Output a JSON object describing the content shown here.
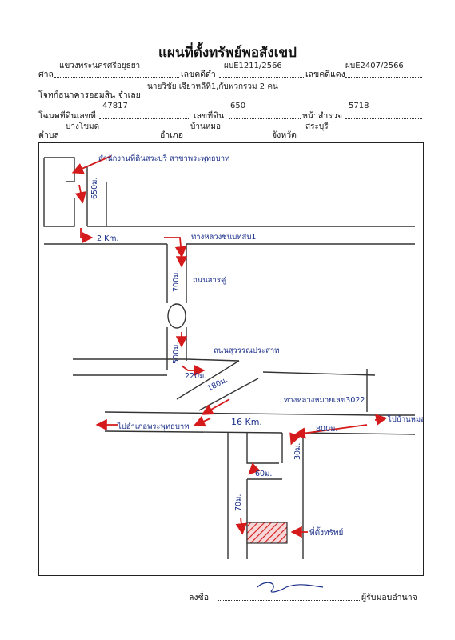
{
  "title": "แผนที่ตั้งทรัพย์พอสังเขป",
  "form": {
    "court_label": "ศาล",
    "court_value": "แขวงพระนครศรีอยุธยา",
    "black_case_label": "เลขคดีดำ",
    "black_case_value": "ผบE1211/2566",
    "red_case_label": "เลขคดีแดง",
    "red_case_value": "ผบE2407/2566",
    "plaintiff_label": "โจทก์ธนาคารออมสิน จำเลย",
    "defendant_value": "นายวิชัย เจียวหลีที่1,กับพวกรวม 2 คน",
    "deed_label": "โฉนดที่ดินเลขที่",
    "deed_value": "47817",
    "land_no_label": "เลขที่ดิน",
    "land_no_value": "650",
    "survey_label": "หน้าสำรวจ",
    "survey_value": "5718",
    "subdistrict_label": "ตำบล",
    "subdistrict_value": "บางโขมด",
    "district_label": "อำเภอ",
    "district_value": "บ้านหมอ",
    "province_label": "จังหวัด",
    "province_value": "สระบุรี"
  },
  "map": {
    "labels": {
      "top_note": "สำนักงานที่ดินสระบุรี สาขาพระพุทธบาท",
      "d650": "650ม.",
      "d2km": "2 Km.",
      "road1": "ทางหลวงชนบทสบ1",
      "d700": "700ม.",
      "road2": "ถนนสารคู่",
      "d500": "500ม.",
      "road3": "ถนนสุวรรณประสาท",
      "d220": "220ม.",
      "d180": "180ม.",
      "road4": "ทางหลวงหมายเลข3022",
      "left_dest": "ไปอำเภอพระพุทธบาท",
      "d16km": "16 Km.",
      "right_dest": "ไปบ้านหมอ",
      "d800": "800ม.",
      "d30": "30ม.",
      "d60": "60ม.",
      "d70": "70ม.",
      "property": "ที่ตั้งทรัพย์"
    },
    "colors": {
      "ink": "#1a2f8a",
      "arrow": "#d41a1a",
      "line": "#333333"
    }
  },
  "signature": {
    "sign_label": "ลงชื่อ",
    "proxy_label": "ผู้รับมอบอำนาจ"
  }
}
